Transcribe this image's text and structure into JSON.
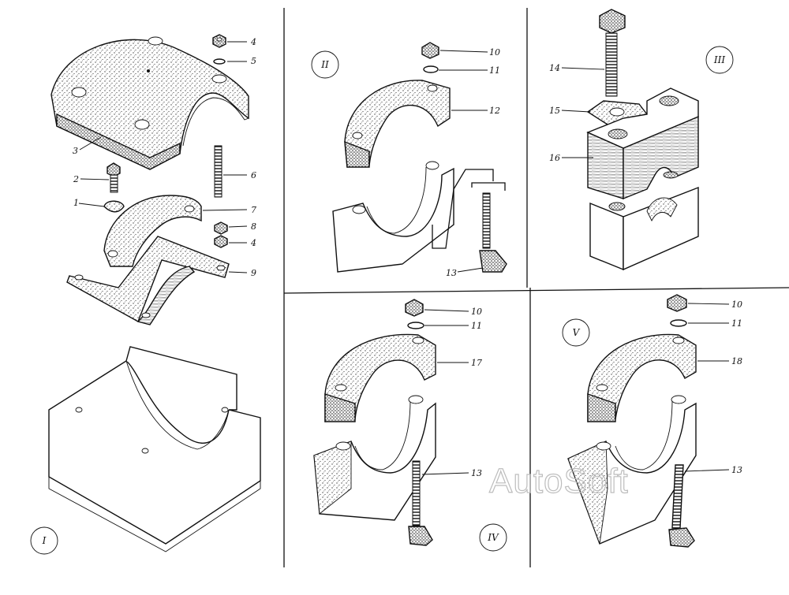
{
  "figure": {
    "panels": [
      {
        "id": "I",
        "label": "I"
      },
      {
        "id": "II",
        "label": "II"
      },
      {
        "id": "III",
        "label": "III"
      },
      {
        "id": "IV",
        "label": "IV"
      },
      {
        "id": "V",
        "label": "V"
      }
    ],
    "callouts": [
      {
        "id": "c1",
        "text": "1"
      },
      {
        "id": "c2",
        "text": "2"
      },
      {
        "id": "c3",
        "text": "3"
      },
      {
        "id": "c4a",
        "text": "4"
      },
      {
        "id": "c5",
        "text": "5"
      },
      {
        "id": "c6",
        "text": "6"
      },
      {
        "id": "c7",
        "text": "7"
      },
      {
        "id": "c8",
        "text": "8"
      },
      {
        "id": "c4b",
        "text": "4"
      },
      {
        "id": "c9",
        "text": "9"
      },
      {
        "id": "c10a",
        "text": "10"
      },
      {
        "id": "c11a",
        "text": "11"
      },
      {
        "id": "c12",
        "text": "12"
      },
      {
        "id": "c13a",
        "text": "13"
      },
      {
        "id": "c14",
        "text": "14"
      },
      {
        "id": "c15",
        "text": "15"
      },
      {
        "id": "c16",
        "text": "16"
      },
      {
        "id": "c10b",
        "text": "10"
      },
      {
        "id": "c11b",
        "text": "11"
      },
      {
        "id": "c17",
        "text": "17"
      },
      {
        "id": "c13b",
        "text": "13"
      },
      {
        "id": "c10c",
        "text": "10"
      },
      {
        "id": "c11c",
        "text": "11"
      },
      {
        "id": "c18",
        "text": "18"
      },
      {
        "id": "c13c",
        "text": "13"
      }
    ],
    "watermark": "AutoSoft",
    "colors": {
      "ink": "#111111",
      "stipple": "#555555",
      "paper": "#ffffff",
      "watermark": "#bdbdbd"
    }
  }
}
